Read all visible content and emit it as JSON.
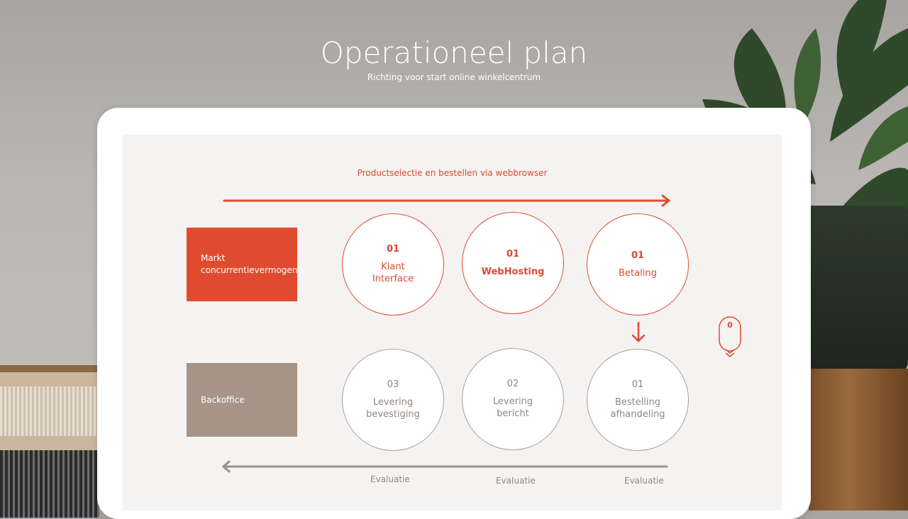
{
  "page": {
    "title": "Operationeel plan",
    "subtitle": "Richting voor start online winkelcentrum"
  },
  "diagram": {
    "top_flow_label": "Productselectie en bestellen via webbrowser",
    "left_boxes": {
      "market": "Markt concurrentievermogen",
      "backoffice": "Backoffice"
    },
    "front_row": [
      {
        "number": "01",
        "label": "Klant Interface"
      },
      {
        "number": "01",
        "label": "WebHosting"
      },
      {
        "number": "01",
        "label": "Betaling"
      }
    ],
    "back_row": [
      {
        "number": "03",
        "label": "Levering bevestiging"
      },
      {
        "number": "02",
        "label": "Levering bericht"
      },
      {
        "number": "01",
        "label": "Bestelling afhandeling"
      }
    ],
    "evaluation_labels": [
      "Evaluatie",
      "Evaluatie",
      "Evaluatie"
    ],
    "scroll_hint": {
      "icon": "mouse-icon",
      "value": "0"
    }
  },
  "colors": {
    "accent": "#e04b2f",
    "neutral": "#a69486",
    "grey_line": "#9c918a"
  }
}
